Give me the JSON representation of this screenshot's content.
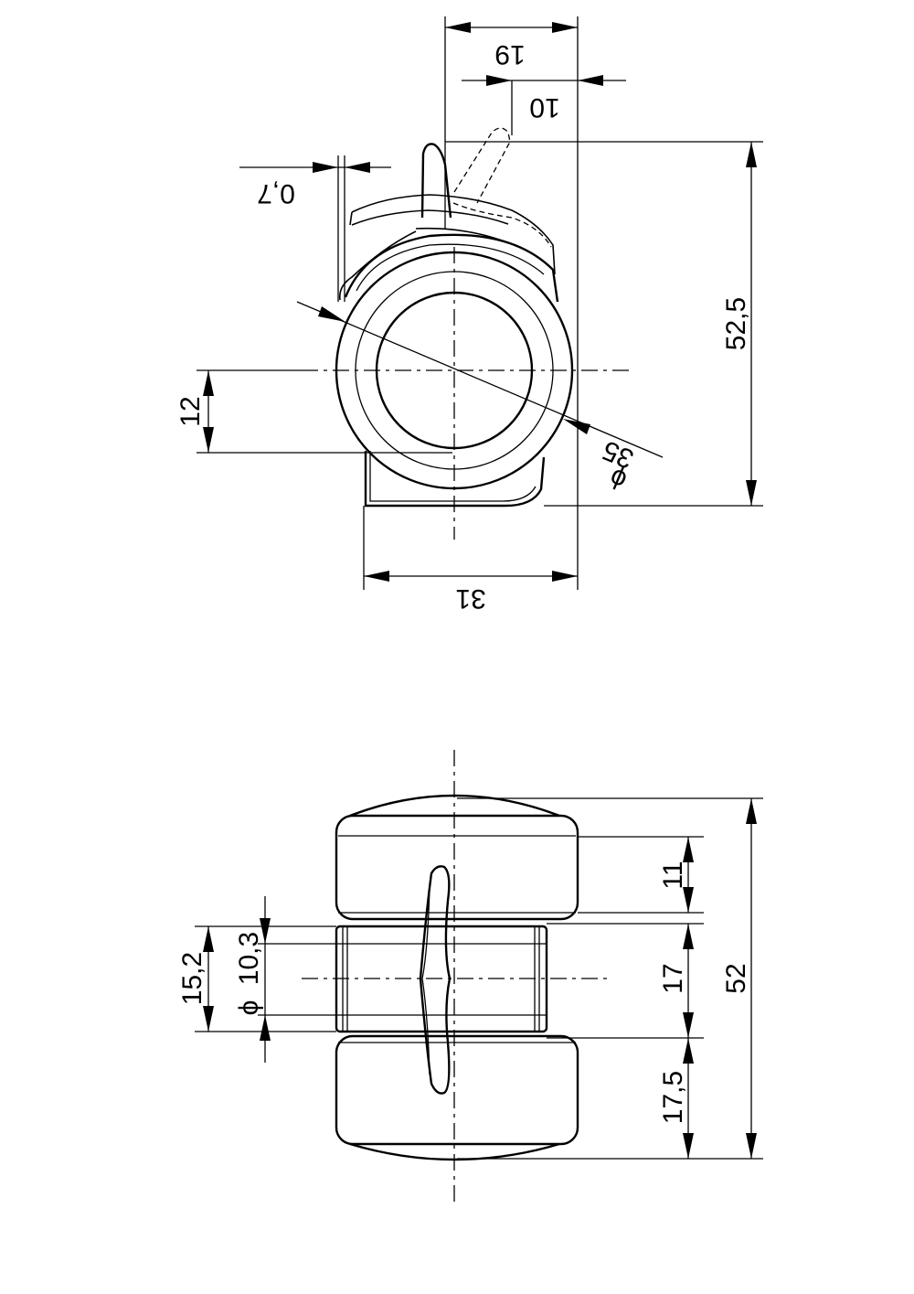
{
  "drawing": {
    "side_view": {
      "dim_19": "19",
      "dim_10": "10",
      "dim_0_7": "0,7",
      "dim_52_5": "52,5",
      "dim_12": "12",
      "dim_35": "35",
      "dim_31": "31",
      "diameter_symbol": "ϕ"
    },
    "front_view": {
      "dim_11": "11",
      "dim_17": "17",
      "dim_52": "52",
      "dim_17_5": "17,5",
      "dim_15_2": "15,2",
      "dim_10_3": "10,3",
      "diameter_symbol": "ϕ"
    }
  }
}
